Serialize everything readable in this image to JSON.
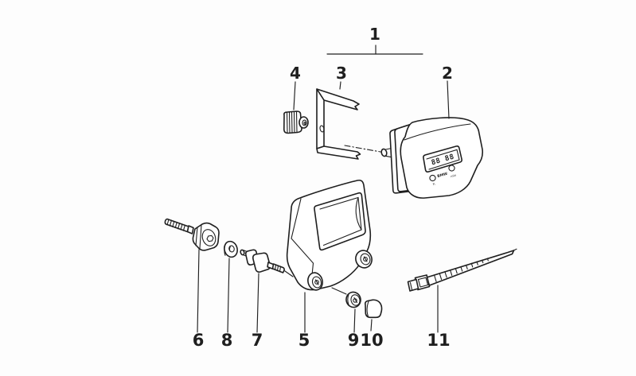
{
  "diagram": {
    "background": "#fdfdfd",
    "ink": "#1f1f1f",
    "callouts": [
      "1",
      "2",
      "3",
      "4",
      "5",
      "6",
      "7",
      "8",
      "9",
      "10",
      "11"
    ],
    "clock": {
      "digits": "88 88",
      "brand": "BMW",
      "hour_button": "h",
      "minute_button": "min"
    }
  }
}
